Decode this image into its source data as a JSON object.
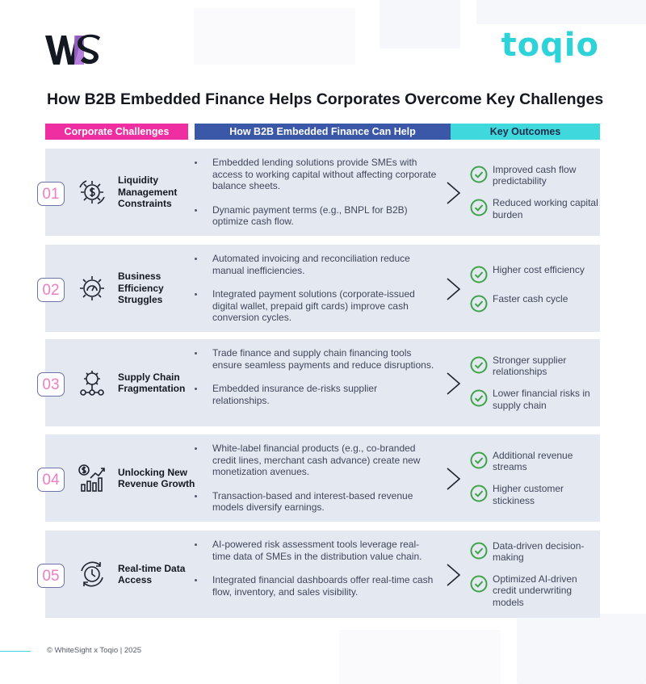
{
  "brand": {
    "left_logo": "WS",
    "right_logo": "toqio",
    "accent_pink": "#ef2fa1",
    "accent_blue": "#3a57a8",
    "accent_cyan": "#3fd9dd",
    "row_bg": "#e4e8f1",
    "check_green": "#3fa34a"
  },
  "title": "How B2B Embedded Finance Helps Corporates Overcome Key Challenges",
  "headers": {
    "challenges": "Corporate Challenges",
    "help": "How B2B Embedded Finance Can Help",
    "outcomes": "Key Outcomes"
  },
  "rows": [
    {
      "num": "01",
      "icon": "dollar-gear-icon",
      "challenge": "Liquidity Management Constraints",
      "help": [
        "Embedded lending solutions provide SMEs with access to working capital without affecting corporate balance sheets.",
        "Dynamic payment terms (e.g., BNPL for B2B) optimize cash flow."
      ],
      "outcomes": [
        "Improved cash flow predictability",
        "Reduced working capital burden"
      ]
    },
    {
      "num": "02",
      "icon": "gauge-gear-icon",
      "challenge": "Business Efficiency Struggles",
      "help": [
        "Automated invoicing and reconciliation reduce manual inefficiencies.",
        "Integrated payment solutions (corporate-issued digital wallet, prepaid gift cards) improve cash conversion cycles."
      ],
      "outcomes": [
        "Higher cost efficiency",
        "Faster cash cycle"
      ]
    },
    {
      "num": "03",
      "icon": "supply-chain-gear-icon",
      "challenge": "Supply Chain Fragmentation",
      "help": [
        "Trade finance and supply chain financing tools ensure seamless payments and reduce disruptions.",
        "Embedded insurance de-risks supplier relationships."
      ],
      "outcomes": [
        "Stronger supplier relationships",
        "Lower financial risks in supply chain"
      ]
    },
    {
      "num": "04",
      "icon": "revenue-growth-icon",
      "challenge": "Unlocking New Revenue Growth",
      "help": [
        "White-label financial products (e.g., co-branded credit lines, merchant cash advance) create new monetization avenues.",
        "Transaction-based and interest-based revenue models diversify earnings."
      ],
      "outcomes": [
        "Additional revenue streams",
        "Higher customer stickiness"
      ]
    },
    {
      "num": "05",
      "icon": "clock-refresh-icon",
      "challenge": "Real-time Data Access",
      "help": [
        "AI-powered risk assessment tools leverage real-time data of SMEs in the distribution value chain.",
        "Integrated financial dashboards offer real-time cash flow, inventory, and sales visibility."
      ],
      "outcomes": [
        "Data-driven decision-making",
        "Optimized AI-driven credit underwriting models"
      ]
    }
  ],
  "footer": "© WhiteSight x Toqio | 2025"
}
